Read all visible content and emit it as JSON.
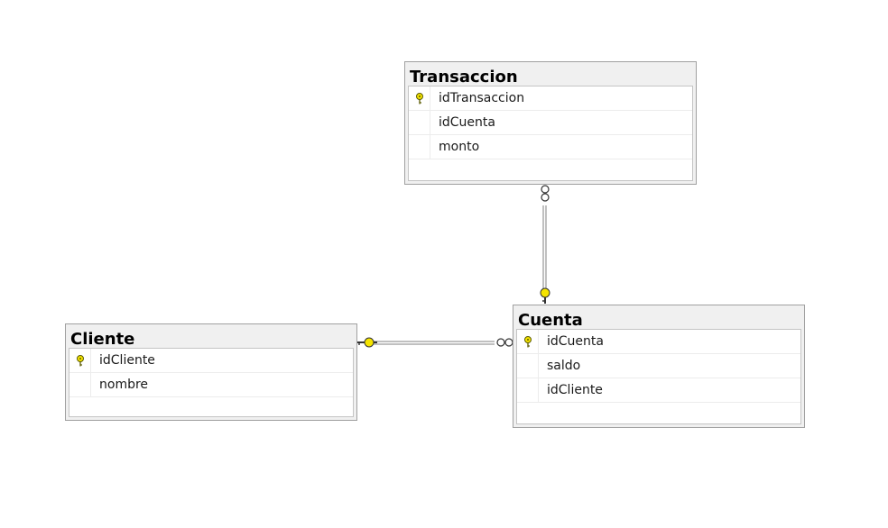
{
  "tables": {
    "transaccion": {
      "title": "Transaccion",
      "columns": [
        {
          "name": "idTransaccion",
          "primary_key": true
        },
        {
          "name": "idCuenta",
          "primary_key": false
        },
        {
          "name": "monto",
          "primary_key": false
        }
      ]
    },
    "cliente": {
      "title": "Cliente",
      "columns": [
        {
          "name": "idCliente",
          "primary_key": true
        },
        {
          "name": "nombre",
          "primary_key": false
        }
      ]
    },
    "cuenta": {
      "title": "Cuenta",
      "columns": [
        {
          "name": "idCuenta",
          "primary_key": true
        },
        {
          "name": "saldo",
          "primary_key": false
        },
        {
          "name": "idCliente",
          "primary_key": false
        }
      ]
    }
  },
  "relationships": [
    {
      "from": "cuenta",
      "to": "transaccion",
      "one_end": "key-icon",
      "many_end": "infinity-icon"
    },
    {
      "from": "cliente",
      "to": "cuenta",
      "one_end": "key-icon",
      "many_end": "infinity-icon"
    }
  ],
  "colors": {
    "key": "#f5e400",
    "line": "#808080",
    "header": "#f0f0f0"
  }
}
